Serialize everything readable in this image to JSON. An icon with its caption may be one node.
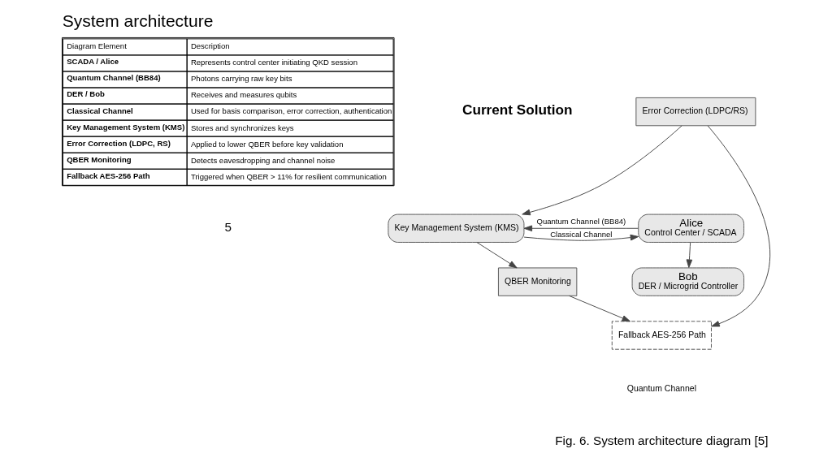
{
  "diagram": {
    "title": "System architecture",
    "caption": "Fig. 6. System architecture diagram [5]",
    "nodes": [
      {
        "text": [
          "Alice",
          "Control Center / SCADA"
        ]
      },
      {
        "text": [
          "Error Correction (LDPC/RS)"
        ]
      },
      {
        "text": [
          "Key Management System (KMS)"
        ]
      },
      {
        "text": [
          "Bob",
          "DER / Microgrid Controller"
        ]
      },
      {
        "text": [
          "QBER Monitoring"
        ]
      },
      {
        "text": [
          "Fallback AES-256 Path"
        ]
      }
    ],
    "edges": [
      {
        "from": 0,
        "to": 2,
        "arrow": "to",
        "label": "Quantum Channel (BB84)"
      },
      {
        "from": 2,
        "to": 0,
        "arrow": "to",
        "label": "Classical Channel"
      },
      {
        "from": 0,
        "to": 3,
        "arrow": "to"
      },
      {
        "from": 1,
        "to": 2,
        "arrow": "to"
      },
      {
        "from": 2,
        "to": 4,
        "arrow": "to"
      },
      {
        "from": 4,
        "to": 5,
        "arrow": "to"
      },
      {
        "from": 1,
        "to": 5,
        "arrow": "to"
      }
    ],
    "labels": [
      "Current Solution",
      "Diagram Element",
      "Description",
      "SCADA / Alice",
      "Represents control center initiating QKD session",
      "Quantum Channel (BB84)",
      "Photons carrying raw key bits",
      "DER / Bob",
      "Receives and measures qubits",
      "Classical Channel",
      "Used for basis comparison, error correction, authentication",
      "Key Management System (KMS)",
      "Stores and synchronizes keys",
      "Error Correction (LDPC, RS)",
      "Applied to lower QBER before key validation",
      "QBER Monitoring",
      "Detects eavesdropping and channel noise",
      "Fallback AES-256 Path",
      "Triggered when QBER > 11% for resilient communication",
      "Quantum Channel",
      "5"
    ]
  }
}
